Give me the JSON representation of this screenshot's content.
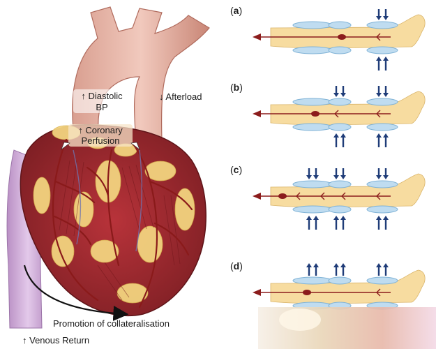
{
  "heart_labels": {
    "diastolic_line1": "↑ Diastolic",
    "diastolic_line2": "BP",
    "afterload": "↓ Afterload",
    "coronary_line1": "↑ Coronary",
    "coronary_line2": "Perfusion",
    "collateral": "Promotion of collateralisation",
    "venous": "↑ Venous Return"
  },
  "panels": [
    {
      "open": "(",
      "letter": "a",
      "close": ")",
      "cuffs": 3,
      "arrows": [
        "in-right-only"
      ]
    },
    {
      "open": "(",
      "letter": "b",
      "close": ")",
      "cuffs": 3,
      "arrows": [
        "in-mid",
        "in-right"
      ]
    },
    {
      "open": "(",
      "letter": "c",
      "close": ")",
      "cuffs": 3,
      "arrows": [
        "in-left",
        "in-mid",
        "in-right"
      ]
    },
    {
      "open": "(",
      "letter": "d",
      "close": ")",
      "cuffs": 3,
      "arrows": [
        "out-left",
        "out-mid",
        "out-right"
      ]
    }
  ],
  "colors": {
    "aorta": "#cf8f7f",
    "aorta_dark": "#b56e60",
    "heart_muscle": "#9c2a2f",
    "fat": "#f3d58a",
    "vessel": "#8a1a1a",
    "vena_cava": "#c9a3d0",
    "leg": "#f7dca0",
    "cuff": "#bfdcf0",
    "cuff_edge": "#7fb2d6",
    "arrow_blue": "#1f3c78",
    "blood_arrow": "#8b1c1c"
  }
}
